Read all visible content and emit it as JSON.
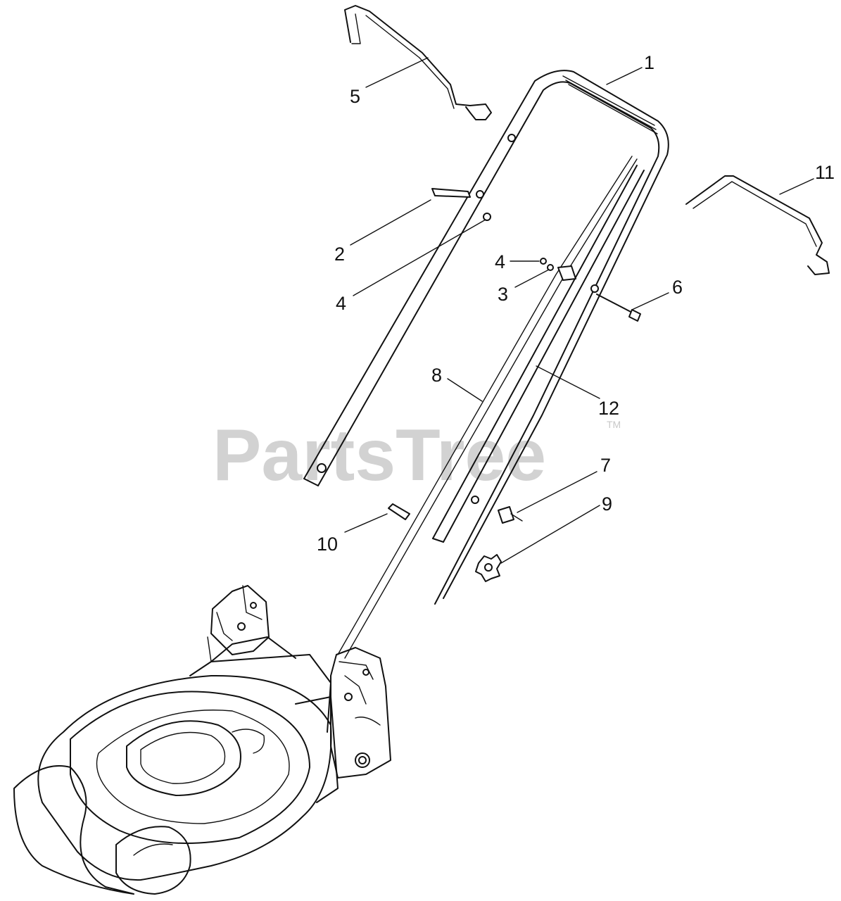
{
  "diagram": {
    "callouts": [
      {
        "id": "c1",
        "label": "1"
      },
      {
        "id": "c5",
        "label": "5"
      },
      {
        "id": "c11",
        "label": "11"
      },
      {
        "id": "c2",
        "label": "2"
      },
      {
        "id": "c4a",
        "label": "4"
      },
      {
        "id": "c4b",
        "label": "4"
      },
      {
        "id": "c3",
        "label": "3"
      },
      {
        "id": "c6",
        "label": "6"
      },
      {
        "id": "c8",
        "label": "8"
      },
      {
        "id": "c12",
        "label": "12"
      },
      {
        "id": "c7",
        "label": "7"
      },
      {
        "id": "c9",
        "label": "9"
      },
      {
        "id": "c10",
        "label": "10"
      }
    ]
  },
  "watermark": {
    "text": "PartsTree",
    "trademark": "TM"
  }
}
